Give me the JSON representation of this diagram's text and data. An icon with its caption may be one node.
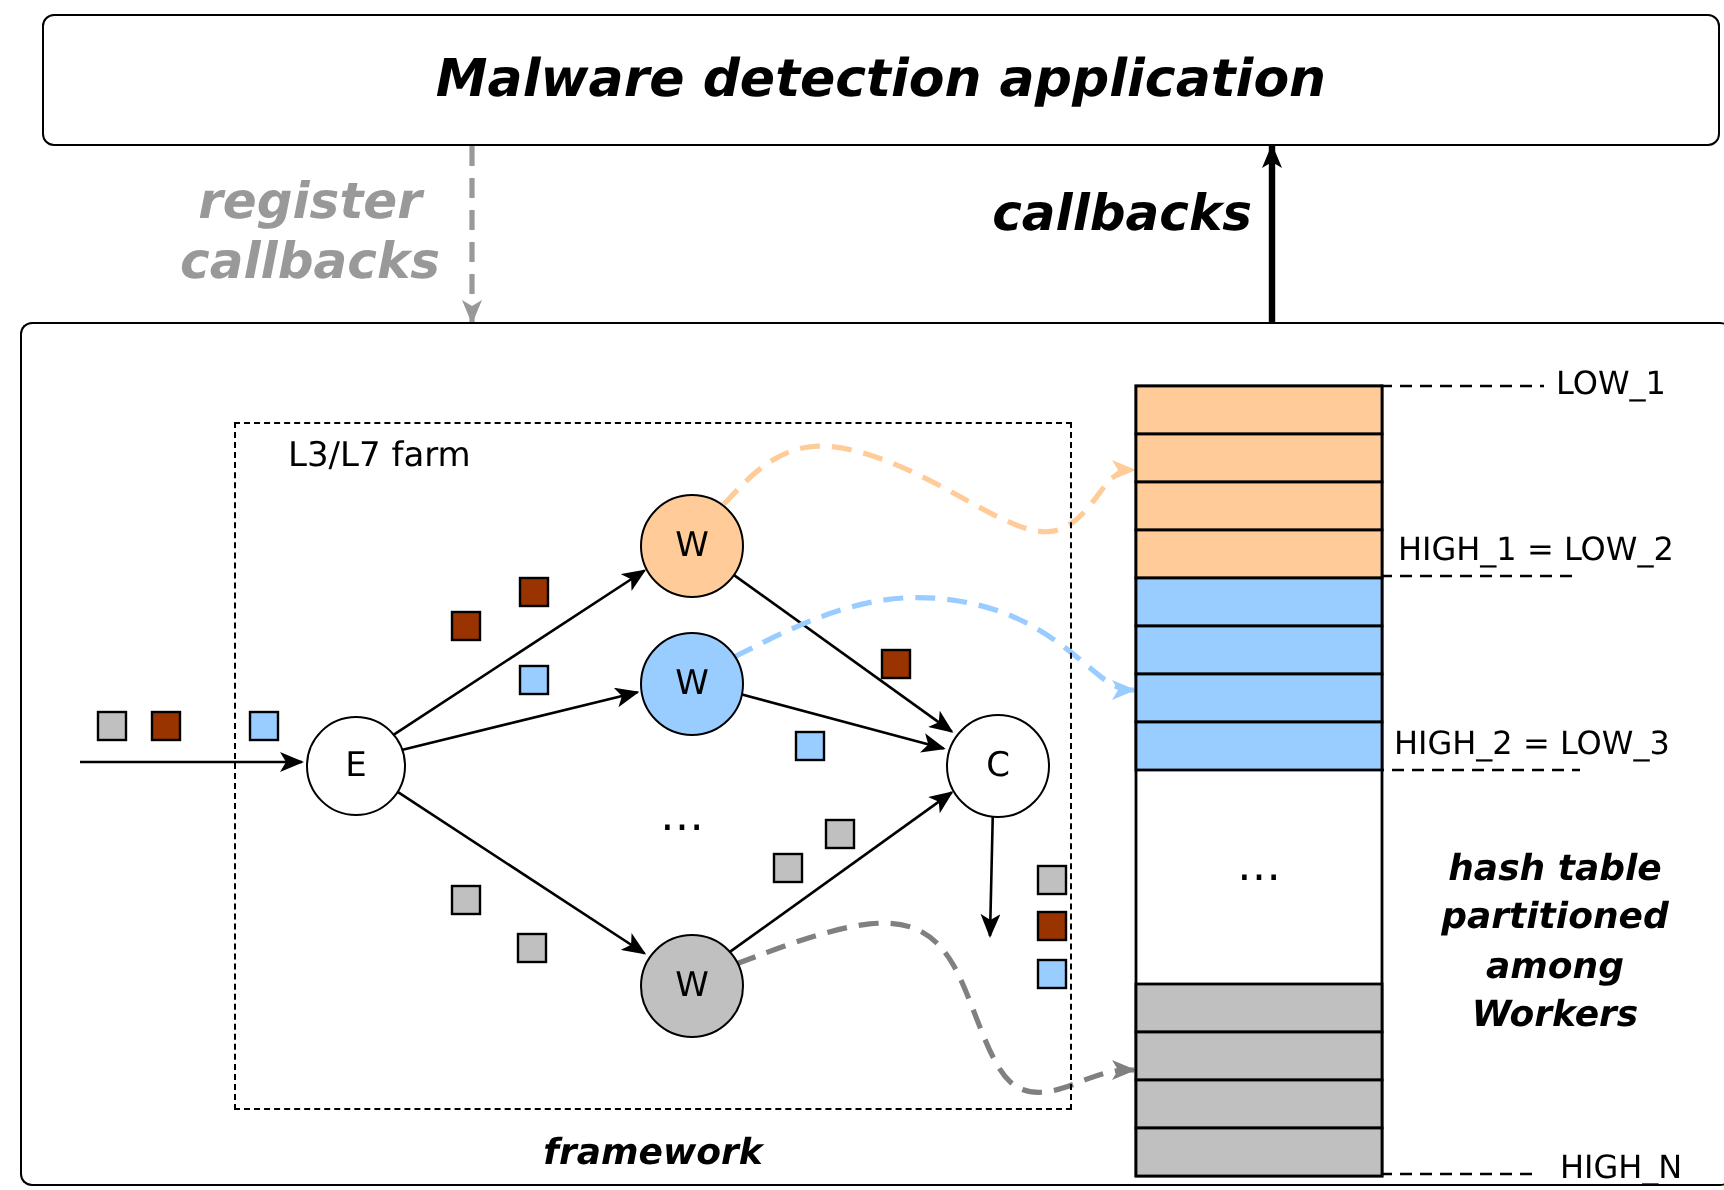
{
  "diagram": {
    "nodes": [
      {
        "text": [
          "Malware detection application"
        ]
      },
      {
        "text": [
          "framework"
        ]
      },
      {
        "text": [
          "L3/L7 farm"
        ],
        "in": 1
      },
      {
        "text": [
          "E"
        ],
        "in": 2
      },
      {
        "text": [
          "W"
        ],
        "in": 2
      },
      {
        "text": [
          "W"
        ],
        "in": 2
      },
      {
        "text": [
          "W"
        ],
        "in": 2
      },
      {
        "text": [
          "C"
        ],
        "in": 2
      },
      {
        "text": [
          "…"
        ],
        "in": 1
      }
    ],
    "edges": [
      {
        "from": 0,
        "to": 1,
        "arrow": "to",
        "label": "register callbacks",
        "style": "dashed",
        "color": "#999999"
      },
      {
        "from": 1,
        "to": 0,
        "arrow": "to",
        "label": "callbacks",
        "style": "thick"
      },
      {
        "from": null,
        "to": 3,
        "arrow": "to"
      },
      {
        "from": 3,
        "to": 4,
        "arrow": "to"
      },
      {
        "from": 3,
        "to": 5,
        "arrow": "to"
      },
      {
        "from": 3,
        "to": 6,
        "arrow": "to"
      },
      {
        "from": 4,
        "to": 7,
        "arrow": "to"
      },
      {
        "from": 5,
        "to": 7,
        "arrow": "to"
      },
      {
        "from": 6,
        "to": 7,
        "arrow": "to"
      },
      {
        "from": 7,
        "to": null,
        "arrow": "to"
      },
      {
        "from": 4,
        "to": 8,
        "arrow": "to",
        "style": "dashed",
        "color": "#ffcc99"
      },
      {
        "from": 5,
        "to": 8,
        "arrow": "to",
        "style": "dashed",
        "color": "#99ccff"
      },
      {
        "from": 6,
        "to": 8,
        "arrow": "to",
        "style": "dashed",
        "color": "#808080"
      }
    ],
    "labels": [
      "…",
      "LOW_1",
      "HIGH_1 = LOW_2",
      "HIGH_2 = LOW_3",
      "HIGH_N",
      "hash table partitioned among Workers"
    ]
  }
}
